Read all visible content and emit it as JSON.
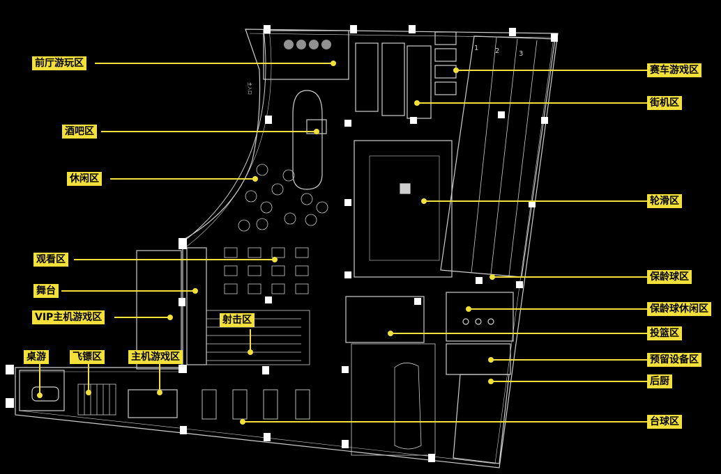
{
  "colors": {
    "background": "#000000",
    "wall": "#cfcfcf",
    "accent": "#f4e03a"
  },
  "labels": {
    "lobby_play": "前厅游玩区",
    "bar": "酒吧区",
    "lounge": "休闲区",
    "viewing": "观看区",
    "stage": "舞台",
    "vip_console": "VIP主机游戏区",
    "board_games": "桌游",
    "darts": "飞镖区",
    "console_games": "主机游戏区",
    "shooting": "射击区",
    "racing": "赛车游戏区",
    "arcade": "街机区",
    "skating": "轮滑区",
    "bowling": "保龄球区",
    "bowling_lounge": "保龄球休闲区",
    "basketball": "投篮区",
    "reserved_equipment": "预留设备区",
    "back_kitchen": "后厨",
    "billiards": "台球区"
  },
  "plan_marks": {
    "lane_numbers": [
      "1",
      "2",
      "3"
    ],
    "entrance": "主入口"
  }
}
